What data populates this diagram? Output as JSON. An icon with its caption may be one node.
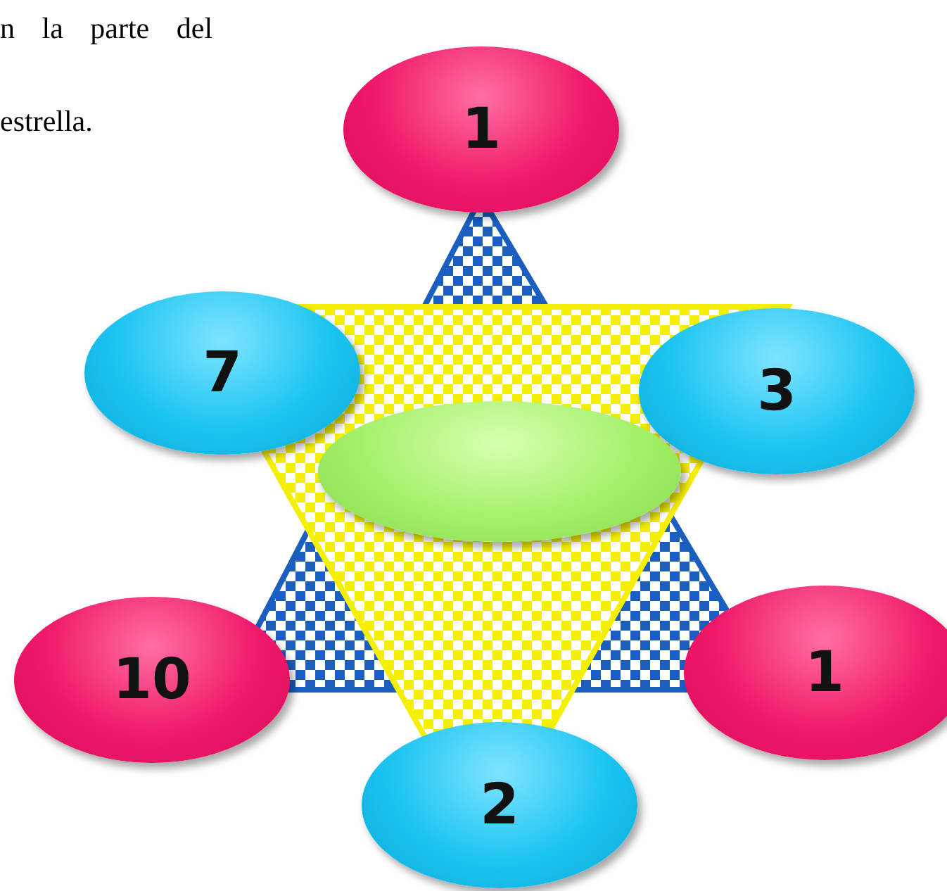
{
  "diagram": {
    "nodes": [
      {
        "text": [
          "1"
        ]
      },
      {
        "text": [
          "7"
        ]
      },
      {
        "text": [
          "3"
        ]
      },
      {
        "text": [],
        "shape": "ellipse"
      },
      {
        "text": [
          "10"
        ]
      },
      {
        "text": [
          "1"
        ]
      },
      {
        "text": [
          "2"
        ]
      }
    ],
    "labels": [
      "n la parte del",
      "estrella."
    ]
  }
}
